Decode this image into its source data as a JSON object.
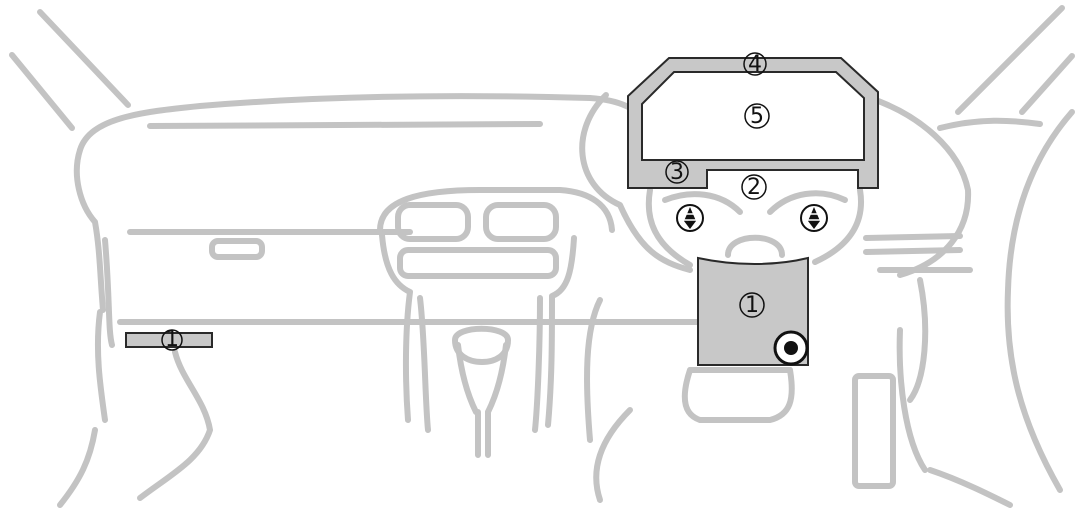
{
  "colors": {
    "outline": "#c3c3c3",
    "panel_fill": "#c8c8c8",
    "panel_stroke": "#2a2a2a",
    "label_ink": "#111111",
    "background": "#ffffff"
  },
  "callouts": {
    "glovebox_trim": "1",
    "lower_column_cover": "1",
    "center_panel": "2",
    "cluster_lower_trim": "3",
    "cluster_hood": "4",
    "cluster_lens": "5"
  },
  "icons": {
    "screw_left": "clip-icon",
    "screw_right": "clip-icon",
    "bolt": "bolt-icon"
  }
}
